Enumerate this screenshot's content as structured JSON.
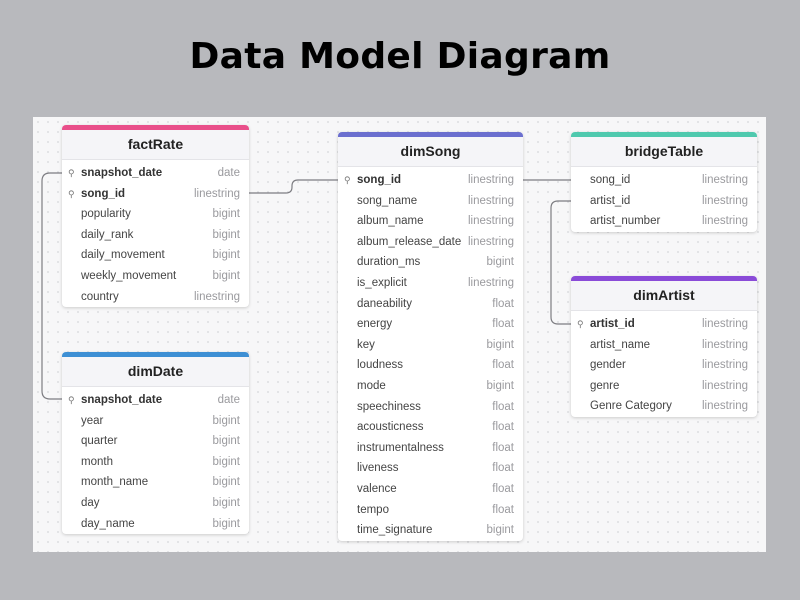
{
  "title": "Data Model Diagram",
  "tables": {
    "factRate": {
      "name": "factRate",
      "color": "#e94f8a",
      "columns": [
        {
          "name": "snapshot_date",
          "type": "date",
          "key": true
        },
        {
          "name": "song_id",
          "type": "linestring",
          "key": true
        },
        {
          "name": "popularity",
          "type": "bigint"
        },
        {
          "name": "daily_rank",
          "type": "bigint"
        },
        {
          "name": "daily_movement",
          "type": "bigint"
        },
        {
          "name": "weekly_movement",
          "type": "bigint"
        },
        {
          "name": "country",
          "type": "linestring"
        }
      ]
    },
    "dimDate": {
      "name": "dimDate",
      "color": "#3d8fd4",
      "columns": [
        {
          "name": "snapshot_date",
          "type": "date",
          "key": true
        },
        {
          "name": "year",
          "type": "bigint"
        },
        {
          "name": "quarter",
          "type": "bigint"
        },
        {
          "name": "month",
          "type": "bigint"
        },
        {
          "name": "month_name",
          "type": "bigint"
        },
        {
          "name": "day",
          "type": "bigint"
        },
        {
          "name": "day_name",
          "type": "bigint"
        }
      ]
    },
    "dimSong": {
      "name": "dimSong",
      "color": "#6b6fcf",
      "columns": [
        {
          "name": "song_id",
          "type": "linestring",
          "key": true
        },
        {
          "name": "song_name",
          "type": "linestring"
        },
        {
          "name": "album_name",
          "type": "linestring"
        },
        {
          "name": "album_release_date",
          "type": "linestring"
        },
        {
          "name": "duration_ms",
          "type": "bigint"
        },
        {
          "name": "is_explicit",
          "type": "linestring"
        },
        {
          "name": "daneability",
          "type": "float"
        },
        {
          "name": "energy",
          "type": "float"
        },
        {
          "name": "key",
          "type": "bigint"
        },
        {
          "name": "loudness",
          "type": "float"
        },
        {
          "name": "mode",
          "type": "bigint"
        },
        {
          "name": "speechiness",
          "type": "float"
        },
        {
          "name": "acousticness",
          "type": "float"
        },
        {
          "name": "instrumentalness",
          "type": "float"
        },
        {
          "name": "liveness",
          "type": "float"
        },
        {
          "name": "valence",
          "type": "float"
        },
        {
          "name": "tempo",
          "type": "float"
        },
        {
          "name": "time_signature",
          "type": "bigint"
        }
      ]
    },
    "bridgeTable": {
      "name": "bridgeTable",
      "color": "#4fc9ae",
      "columns": [
        {
          "name": "song_id",
          "type": "linestring"
        },
        {
          "name": "artist_id",
          "type": "linestring"
        },
        {
          "name": "artist_number",
          "type": "linestring"
        }
      ]
    },
    "dimArtist": {
      "name": "dimArtist",
      "color": "#8a4bd8",
      "columns": [
        {
          "name": "artist_id",
          "type": "linestring",
          "key": true
        },
        {
          "name": "artist_name",
          "type": "linestring"
        },
        {
          "name": "gender",
          "type": "linestring"
        },
        {
          "name": "genre",
          "type": "linestring"
        },
        {
          "name": "Genre Category",
          "type": "linestring"
        }
      ]
    }
  }
}
